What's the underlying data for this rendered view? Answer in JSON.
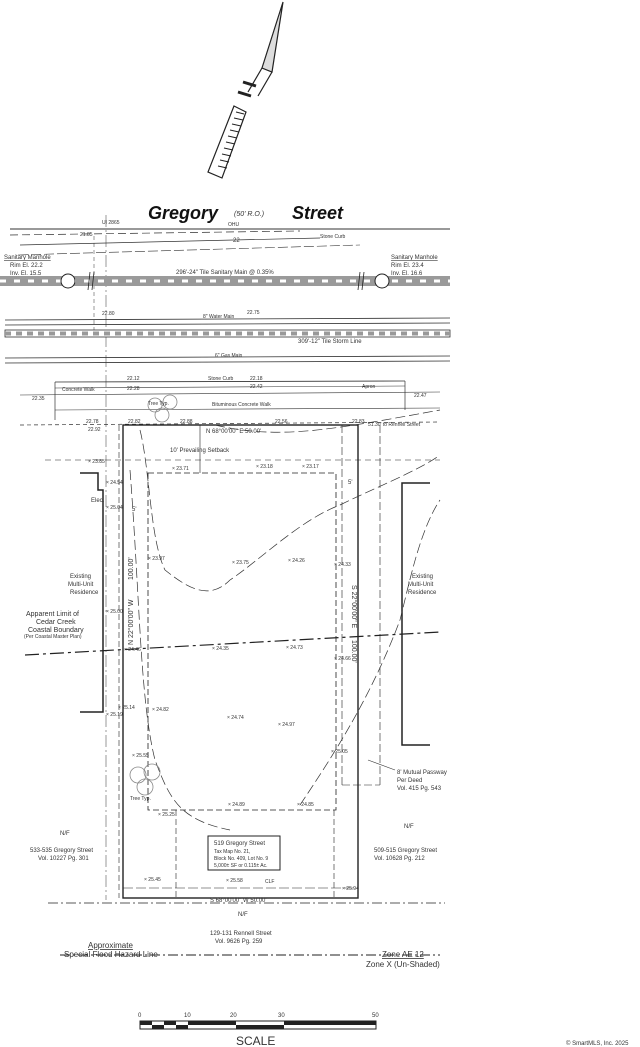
{
  "street": {
    "name_part1": "Gregory",
    "name_part2": "Street",
    "row_note": "(50' R.O.)",
    "ui_label": "UI 2865",
    "ohu": "OHU",
    "stone_curb_top": "Stone Curb",
    "contour_22": "22",
    "spot_2185": "21.85"
  },
  "utilities": {
    "manhole_left": {
      "title": "Sanitary Manhole",
      "rim": "Rim El. 22.2",
      "inv": "Inv. El. 15.5"
    },
    "manhole_right": {
      "title": "Sanitary Manhole",
      "rim": "Rim El. 23.4",
      "inv": "Inv. El. 16.6"
    },
    "sanitary_main": "296'-24\" Tile Sanitary Main @ 0.35%",
    "water_main": "8\" Water Main",
    "storm_line": "309'-12\" Tile Storm Line",
    "gas_main": "6\" Gas Main",
    "spot_2280": "22.80",
    "spot_2275": "22.75"
  },
  "sidewalk": {
    "stone_curb": "Stone Curb",
    "concrete_walk": "Concrete Walk",
    "apron": "Apron",
    "bituminous": "Bituminous Concrete Walk",
    "tree_top": "Tree Typ.",
    "spots": [
      "22.12",
      "22.28",
      "22.18",
      "22.42",
      "22.35",
      "22.47",
      "22.78",
      "22.82",
      "22.88",
      "22.56",
      "22.83",
      "22.92"
    ]
  },
  "lot": {
    "north_bearing": "N 68°00'00\" E  50.00'",
    "south_bearing": "S 68°00'00\" W  50.00'",
    "west_bearing": "N 22°00'00\" W",
    "west_length": "100.00'",
    "east_bearing": "S 22°00'00\" E",
    "east_length": "100.00'",
    "setback": "10' Prevailing Setback",
    "rennell_note": "51.30' to Rennell Street",
    "five_ft_a": "5'",
    "five_ft_b": "5'",
    "elec": "Elec.",
    "inner_spots": [
      "23.71",
      "23.18",
      "23.17",
      "23.85",
      "24.54",
      "25.04",
      "23.97",
      "23.75",
      "24.26",
      "24.33",
      "25.00",
      "24.46",
      "24.35",
      "24.73",
      "24.66",
      "25.14",
      "24.82",
      "24.74",
      "24.97",
      "25.19",
      "25.55",
      "25.25",
      "24.89",
      "24.85",
      "25.05",
      "25.45",
      "25.58",
      "25.94"
    ],
    "tree_bottom": "Tree Typ.",
    "clf": "CLF",
    "parcel_box": [
      "519 Gregory Street",
      "Tax Map No. 21,",
      "Block No. 409, Lot No. 9",
      "5,000± SF or 0.115± Ac."
    ]
  },
  "neighbors": {
    "left_top": [
      "Existing",
      "Multi-Unit",
      "Residence"
    ],
    "right_top": [
      "Existing",
      "Multi-Unit",
      "Residence"
    ],
    "coastal": [
      "Apparent Limit of",
      "Cedar Creek",
      "Coastal Boundary",
      "(Per Coastal Master Plan)"
    ],
    "passway": [
      "8' Mutual Passway",
      "Per Deed",
      "Vol. 415 Pg. 543"
    ],
    "left_nf": "N/F",
    "left_owner": [
      "533-535 Gregory Street",
      "Vol. 10227 Pg. 301"
    ],
    "right_nf": "N/F",
    "right_owner": [
      "509-515 Gregory Street",
      "Vol. 10628 Pg. 212"
    ],
    "bottom_nf": "N/F",
    "bottom_owner": [
      "129-131 Rennell Street",
      "Vol. 9626 Pg. 259"
    ]
  },
  "flood": {
    "left": [
      "Approximate",
      "Special Flood Hazard Line"
    ],
    "zone_ae": "Zone AE 12",
    "zone_x": "Zone X (Un-Shaded)"
  },
  "scale": {
    "ticks": [
      "0",
      "10",
      "20",
      "30",
      "50"
    ],
    "label": "SCALE"
  },
  "watermark": "© SmartMLS, Inc. 2025"
}
